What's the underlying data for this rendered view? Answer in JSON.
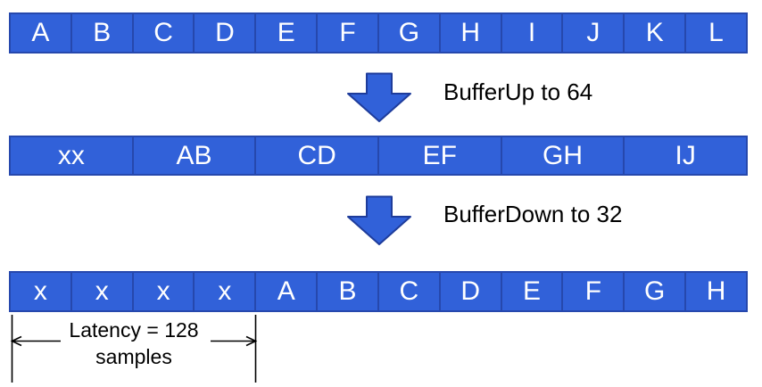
{
  "rows": [
    {
      "name": "input-buffer",
      "cells": [
        "A",
        "B",
        "C",
        "D",
        "E",
        "F",
        "G",
        "H",
        "I",
        "J",
        "K",
        "L"
      ]
    },
    {
      "name": "bufferup-result",
      "cells": [
        "xx",
        "AB",
        "CD",
        "EF",
        "GH",
        "IJ"
      ]
    },
    {
      "name": "bufferdown-result",
      "cells": [
        "x",
        "x",
        "x",
        "x",
        "A",
        "B",
        "C",
        "D",
        "E",
        "F",
        "G",
        "H"
      ]
    }
  ],
  "steps": [
    {
      "label": "BufferUp to 64"
    },
    {
      "label": "BufferDown to 32"
    }
  ],
  "latency": {
    "line1": "Latency = 128",
    "line2": "samples"
  },
  "colors": {
    "cell_fill": "#3161d9",
    "cell_border": "#2648ad",
    "arrow_fill": "#3161d9",
    "arrow_border": "#1e3c9b",
    "annotation_text": "#000000",
    "cell_text": "#ffffff",
    "background": "#ffffff"
  }
}
